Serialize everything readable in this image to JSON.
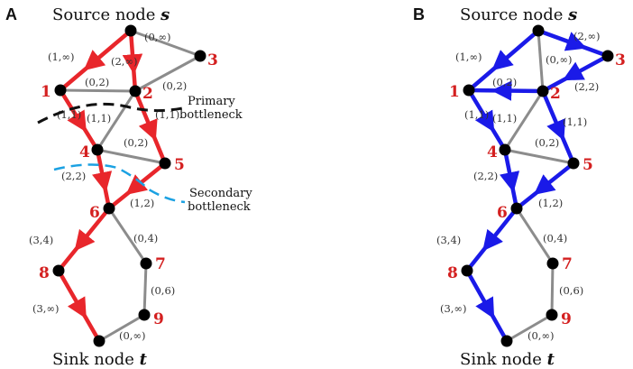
{
  "colors": {
    "red": "#e8262b",
    "blue": "#1a1ae8",
    "gray": "#8c8c8c",
    "black_dash": "#111111",
    "cyan_dash": "#1ba1e2",
    "node_label": "#d42020"
  },
  "panels": [
    {
      "id": "A",
      "label": "A",
      "source_title": "Source node s",
      "sink_title": "Sink node t",
      "flow_color": "red",
      "flow_edges": [
        "s-1",
        "s-2",
        "1-4",
        "2-5",
        "4-6",
        "5-6",
        "6-8",
        "8-t"
      ]
    },
    {
      "id": "B",
      "label": "B",
      "source_title": "Source node s",
      "sink_title": "Sink node t",
      "flow_color": "blue",
      "flow_edges": [
        "s-1",
        "s-3",
        "3-2",
        "2-1",
        "1-4",
        "2-5",
        "4-6",
        "5-6",
        "6-8",
        "8-t"
      ]
    }
  ],
  "graph": {
    "nodes": [
      {
        "id": "s",
        "label": ""
      },
      {
        "id": "1",
        "label": "1"
      },
      {
        "id": "2",
        "label": "2"
      },
      {
        "id": "3",
        "label": "3"
      },
      {
        "id": "4",
        "label": "4"
      },
      {
        "id": "5",
        "label": "5"
      },
      {
        "id": "6",
        "label": "6"
      },
      {
        "id": "7",
        "label": "7"
      },
      {
        "id": "8",
        "label": "8"
      },
      {
        "id": "9",
        "label": "9"
      },
      {
        "id": "t",
        "label": ""
      }
    ],
    "edges": [
      {
        "id": "s-1",
        "label_a": "(1,∞)",
        "label_b": "(1,∞)"
      },
      {
        "id": "s-2",
        "label_a": "(2,∞)",
        "label_b": ""
      },
      {
        "id": "s-3",
        "label_a": "(0,∞)",
        "label_b": "(2,∞)"
      },
      {
        "id": "3-2",
        "label_a": "(0,2)",
        "label_b": "(2,2)"
      },
      {
        "id": "1-2",
        "label_a": "(0,2)",
        "label_b": "(0,2)"
      },
      {
        "id": "s-2b",
        "label_a": "",
        "label_b": "(0,∞)"
      },
      {
        "id": "1-4",
        "label_a": "(1,1)",
        "label_b": "(1,1)"
      },
      {
        "id": "2-4",
        "label_a": "(1,1)",
        "label_b": "(1,1)"
      },
      {
        "id": "2-5",
        "label_a": "(1,1)",
        "label_b": "(1,1)"
      },
      {
        "id": "4-5",
        "label_a": "(0,2)",
        "label_b": "(0,2)"
      },
      {
        "id": "4-6",
        "label_a": "(2,2)",
        "label_b": "(2,2)"
      },
      {
        "id": "5-6",
        "label_a": "(1,2)",
        "label_b": "(1,2)"
      },
      {
        "id": "6-7",
        "label_a": "(0,4)",
        "label_b": "(0,4)"
      },
      {
        "id": "6-8",
        "label_a": "(3,4)",
        "label_b": "(3,4)"
      },
      {
        "id": "7-9",
        "label_a": "(0,6)",
        "label_b": "(0,6)"
      },
      {
        "id": "8-t",
        "label_a": "(3,∞)",
        "label_b": "(3,∞)"
      },
      {
        "id": "9-t",
        "label_a": "(0,∞)",
        "label_b": "(0,∞)"
      }
    ]
  },
  "annotations": {
    "primary_line1": "Primary",
    "primary_line2": "bottleneck",
    "secondary_line1": "Secondary",
    "secondary_line2": "bottleneck"
  }
}
